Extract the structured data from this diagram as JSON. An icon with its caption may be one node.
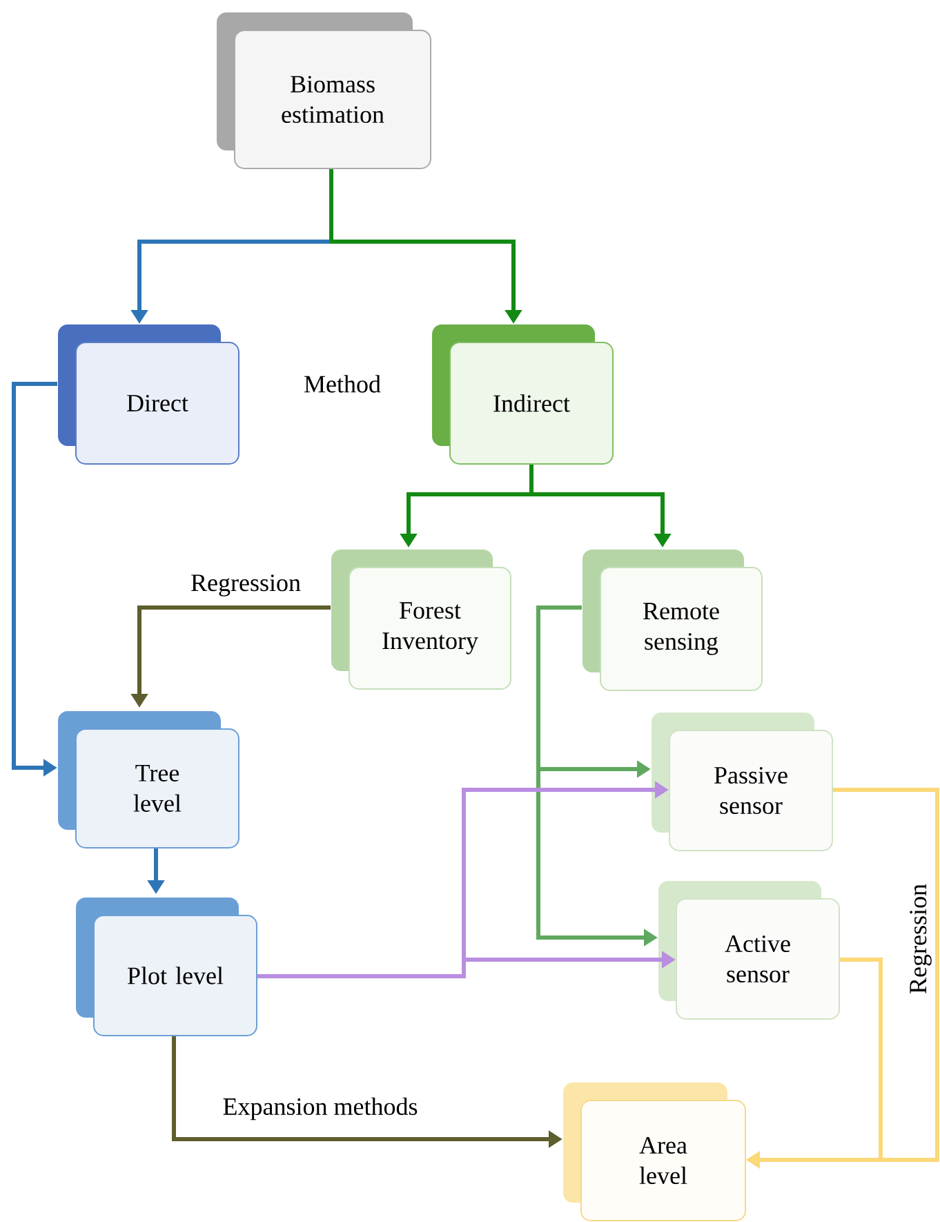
{
  "diagram": {
    "nodes": [
      {
        "text": [
          "Biomass estimation"
        ]
      },
      {
        "text": [
          "Direct"
        ]
      },
      {
        "text": [
          "Indirect"
        ]
      },
      {
        "text": [
          "Forest Inventory"
        ]
      },
      {
        "text": [
          "Remote sensing"
        ]
      },
      {
        "text": [
          "Tree level"
        ]
      },
      {
        "text": [
          "Passive sensor"
        ]
      },
      {
        "text": [
          "Plot level"
        ]
      },
      {
        "text": [
          "Active sensor"
        ]
      },
      {
        "text": [
          "Area level"
        ]
      }
    ],
    "edges": [
      {
        "from": 0,
        "to": 1,
        "arrow": "to",
        "color": "#2e75b6"
      },
      {
        "from": 0,
        "to": 2,
        "arrow": "to",
        "color": "#138a13"
      },
      {
        "from": 1,
        "to": 5,
        "arrow": "to",
        "color": "#2e75b6"
      },
      {
        "from": 2,
        "to": 3,
        "arrow": "to",
        "color": "#138a13"
      },
      {
        "from": 2,
        "to": 4,
        "arrow": "to",
        "color": "#138a13"
      },
      {
        "from": 3,
        "to": 5,
        "arrow": "to",
        "label": "Regression",
        "color": "#5e5e2e"
      },
      {
        "from": 4,
        "to": 6,
        "arrow": "to",
        "color": "#5fa85f"
      },
      {
        "from": 4,
        "to": 8,
        "arrow": "to",
        "color": "#5fa85f"
      },
      {
        "from": 5,
        "to": 7,
        "arrow": "to",
        "color": "#2e75b6"
      },
      {
        "from": 7,
        "to": 6,
        "arrow": "to",
        "color": "#b98ee0"
      },
      {
        "from": 7,
        "to": 8,
        "arrow": "to",
        "color": "#b98ee0"
      },
      {
        "from": 7,
        "to": 9,
        "arrow": "to",
        "label": "Expansion methods",
        "color": "#5e5e2e"
      },
      {
        "from": 6,
        "to": 9,
        "arrow": "to",
        "label": "Regression",
        "color": "#fbd978"
      },
      {
        "from": 8,
        "to": 9,
        "arrow": "to",
        "color": "#fbd978"
      }
    ],
    "labels": [
      "Method"
    ]
  }
}
